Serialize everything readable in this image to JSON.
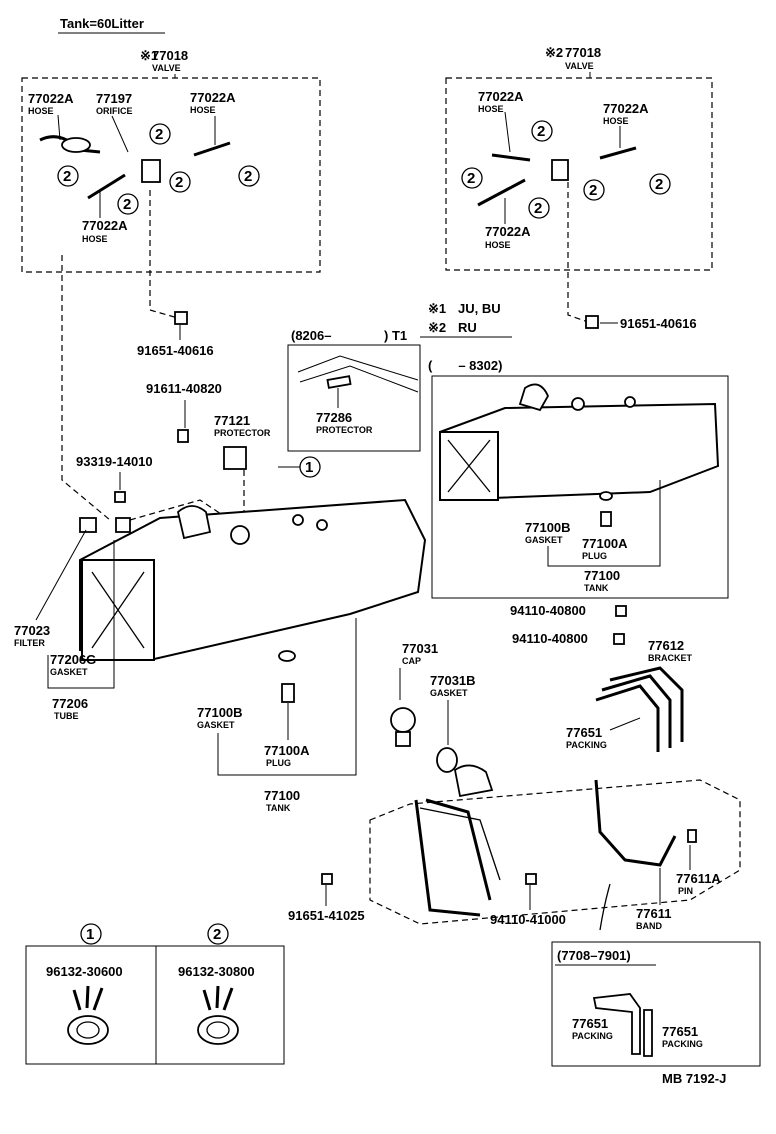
{
  "header": {
    "tank_note": "Tank=60Litter"
  },
  "valve_left": {
    "ref": "※1",
    "part": "77018",
    "name": "VALVE"
  },
  "valve_right": {
    "ref": "※2",
    "part": "77018",
    "name": "VALVE"
  },
  "hoses": {
    "hose_a": {
      "part": "77022A",
      "name": "HOSE"
    },
    "orifice": {
      "part": "77197",
      "name": "ORIFICE"
    }
  },
  "clip_ref": {
    "one": "1",
    "two": "2"
  },
  "notes": {
    "n1_mark": "※1",
    "n1_text": "JU, BU",
    "n2_mark": "※2",
    "n2_text": "RU"
  },
  "bolts": {
    "b1": "91651-40616",
    "b2": "91611-40820",
    "b3": "93319-14010",
    "b4": "91651-41025",
    "n1": "94110-40800",
    "n2": "94110-41000"
  },
  "inset_t1": {
    "range": "(8206–",
    "suffix": ") T1",
    "part": "77286",
    "name": "PROTECTOR"
  },
  "inset_8302": {
    "range": "(  – 8302)"
  },
  "protector": {
    "part": "77121",
    "name": "PROTECTOR"
  },
  "filter": {
    "part": "77023",
    "name": "FILTER"
  },
  "gasket_g": {
    "part": "77206G",
    "name": "GASKET"
  },
  "tube": {
    "part": "77206",
    "name": "TUBE"
  },
  "gasket_b": {
    "part": "77100B",
    "name": "GASKET"
  },
  "plug_a": {
    "part": "77100A",
    "name": "PLUG"
  },
  "tank": {
    "part": "77100",
    "name": "TANK"
  },
  "cap": {
    "part": "77031",
    "name": "CAP"
  },
  "cap_gasket": {
    "part": "77031B",
    "name": "GASKET"
  },
  "bracket": {
    "part": "77612",
    "name": "BRACKET"
  },
  "packing": {
    "part": "77651",
    "name": "PACKING"
  },
  "pin": {
    "part": "77611A",
    "name": "PIN"
  },
  "band": {
    "part": "77611",
    "name": "BAND"
  },
  "clip_box_1": {
    "no": "1",
    "part": "96132-30600"
  },
  "clip_box_2": {
    "no": "2",
    "part": "96132-30800"
  },
  "inset_7708": {
    "range": "(7708–7901)"
  },
  "footer": {
    "code": "MB 7192-J"
  }
}
